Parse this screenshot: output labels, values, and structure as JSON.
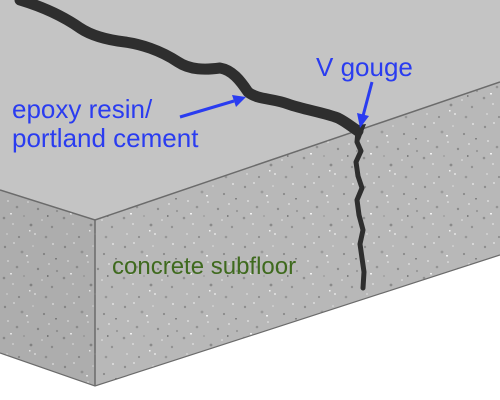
{
  "labels": {
    "filler_line1": "epoxy resin/",
    "filler_line2": "portland cement",
    "gouge": "V gouge",
    "subfloor": "concrete subfloor"
  },
  "colors": {
    "top_surface": "#c4c4c4",
    "slab_side": "#b9b9b9",
    "crack_fill": "#2e2e2e",
    "outline": "#6b6b6b",
    "label_blue": "#2a3cf0",
    "label_green": "#3f6a1e"
  }
}
